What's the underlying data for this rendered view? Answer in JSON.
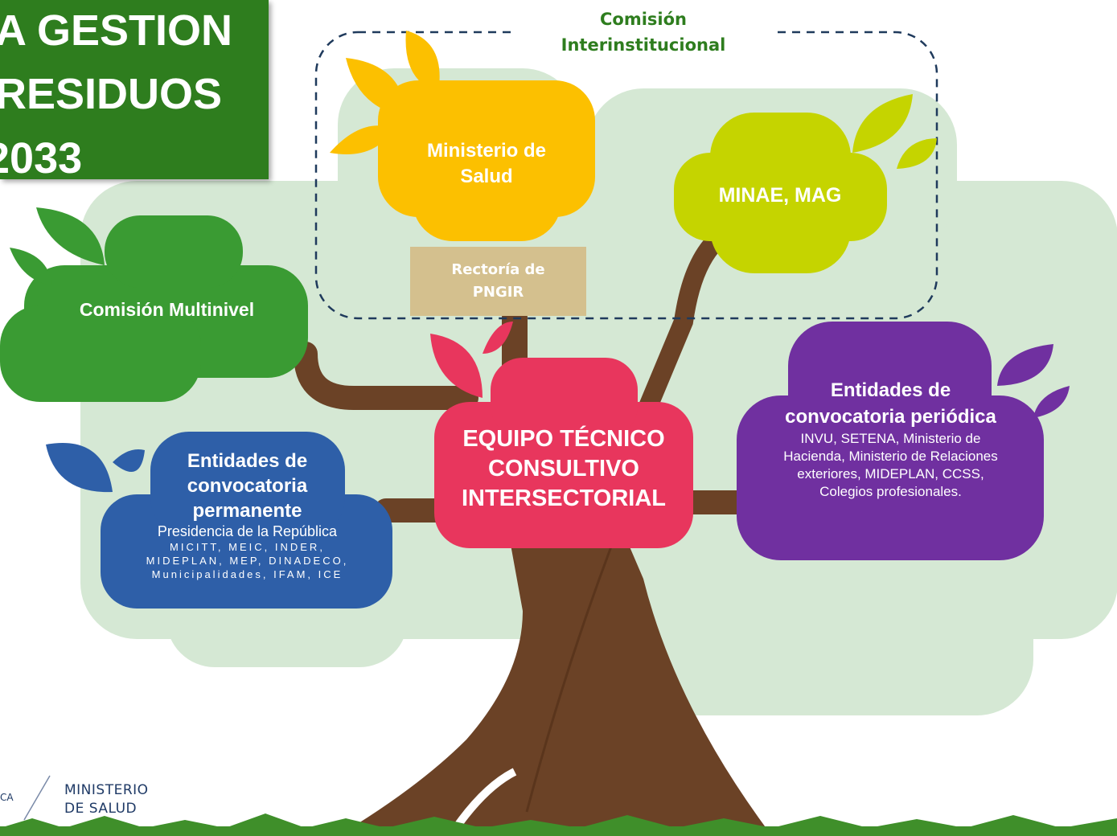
{
  "title": {
    "line1": "A GESTION",
    "line2": "RESIDUOS",
    "line3": "2033"
  },
  "comision_interinstitucional": [
    "Comisión",
    "Interinstitucional"
  ],
  "ministerio_salud": [
    "Ministerio de",
    "Salud"
  ],
  "minae_mag": "MINAE, MAG",
  "rectoria": [
    "Rectoría de",
    "PNGIR"
  ],
  "comision_multinivel": "Comisión Multinivel",
  "equipo_tecnico": [
    "EQUIPO TÉCNICO",
    "CONSULTIVO",
    "INTERSECTORIAL"
  ],
  "entidades_permanente": {
    "heading": [
      "Entidades de",
      "convocatoria",
      "permanente"
    ],
    "body": [
      "Presidencia de la República",
      "MICITT, MEIC, INDER,",
      "MIDEPLAN, MEP, DINADECO,",
      "Municipalidades, IFAM, ICE"
    ]
  },
  "entidades_periodica": {
    "heading": [
      "Entidades de",
      "convocatoria periódica"
    ],
    "body": [
      "INVU, SETENA, Ministerio de",
      "Hacienda, Ministerio de Relaciones",
      "exteriores, MIDEPLAN, CCSS,",
      "Colegios profesionales."
    ]
  },
  "logo": {
    "fragment": "CA",
    "line1": "MINISTERIO",
    "line2": "DE SALUD"
  },
  "colors": {
    "title_green": "#2e7d1e",
    "canopy": "#d5e8d4",
    "trunk": "#6b4226",
    "salud": "#fcc000",
    "minae": "#c5d400",
    "multinivel": "#3a9b33",
    "equipo": "#e8365d",
    "permanente": "#2e5fa8",
    "periodica": "#7030a0",
    "rectoria": "#d4c08e",
    "grass": "#3f8f2a"
  }
}
